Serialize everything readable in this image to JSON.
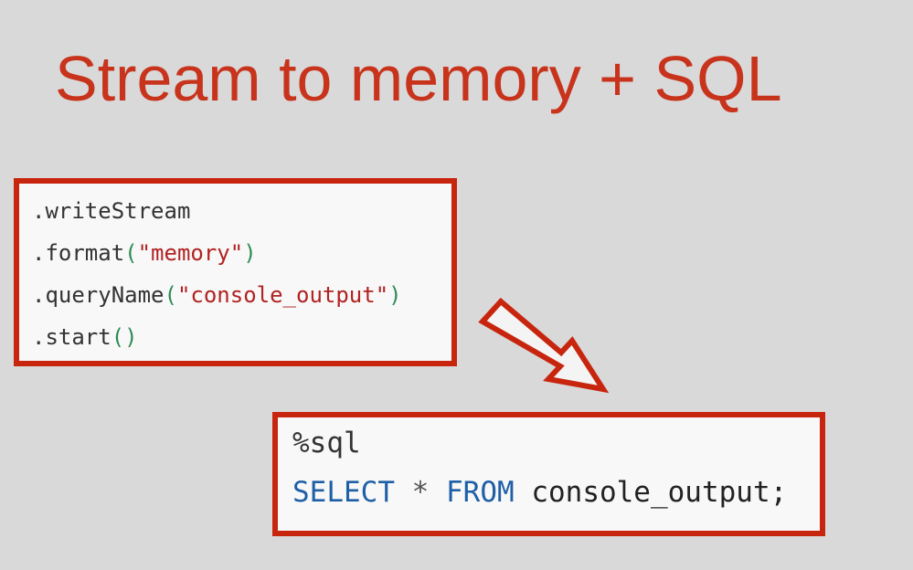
{
  "title": "Stream to memory + SQL",
  "stream_code": {
    "line1": {
      "method": ".writeStream"
    },
    "line2": {
      "method": ".format",
      "open": "(",
      "arg": "\"memory\"",
      "close": ")"
    },
    "line3": {
      "method": ".queryName",
      "open": "(",
      "arg": "\"console_output\"",
      "close": ")"
    },
    "line4": {
      "method": ".start",
      "parens": "()"
    }
  },
  "sql_code": {
    "magic": "%sql",
    "select": "SELECT",
    "star": "*",
    "from": "FROM",
    "table": "console_output;"
  },
  "colors": {
    "title": "#c8331c",
    "box_border": "#c8250e",
    "string": "#b22222",
    "paren": "#2e8b57",
    "keyword": "#1f5fa6"
  }
}
